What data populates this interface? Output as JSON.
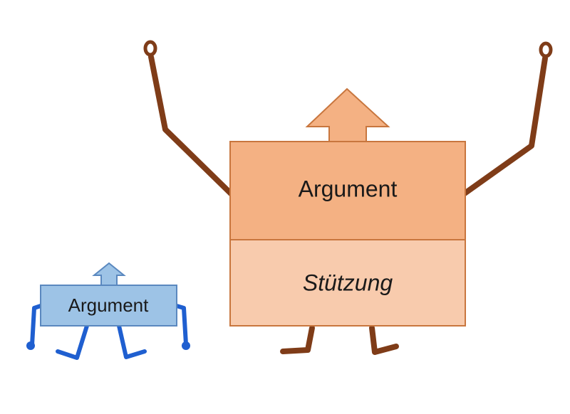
{
  "big_figure": {
    "top_label": "Argument",
    "bottom_label": "Stützung",
    "colors": {
      "top_fill": "#f4b183",
      "bottom_fill": "#f8cbad",
      "stroke": "#c8763e",
      "limbs": "#7f3c18",
      "text": "#1a1a1a"
    }
  },
  "small_figure": {
    "label": "Argument",
    "colors": {
      "fill": "#9dc3e6",
      "stroke": "#5a88bf",
      "limbs": "#1f5fd0",
      "text": "#1a1a1a"
    }
  }
}
